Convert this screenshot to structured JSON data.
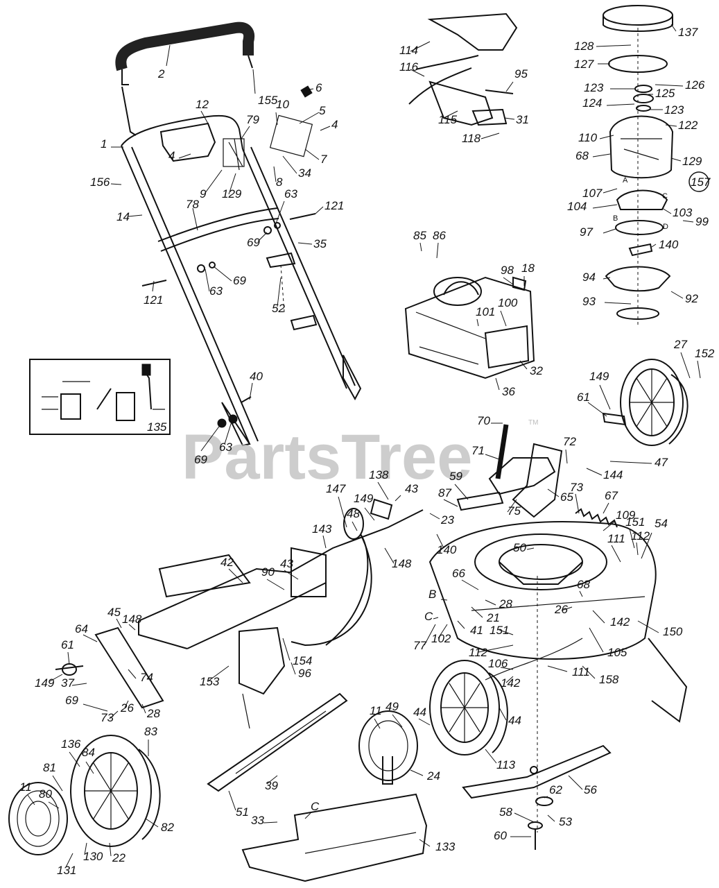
{
  "watermark": {
    "text": "PartsTree",
    "mark": "TM"
  },
  "inset_label": "135",
  "callouts": [
    {
      "id": "c2",
      "text": "2"
    },
    {
      "id": "c155",
      "text": "155"
    },
    {
      "id": "c6",
      "text": "6"
    },
    {
      "id": "c12",
      "text": "12"
    },
    {
      "id": "c10",
      "text": "10"
    },
    {
      "id": "c5",
      "text": "5"
    },
    {
      "id": "c79",
      "text": "79"
    },
    {
      "id": "c4a",
      "text": "4"
    },
    {
      "id": "c1",
      "text": "1"
    },
    {
      "id": "c7",
      "text": "7"
    },
    {
      "id": "c34",
      "text": "34"
    },
    {
      "id": "c8",
      "text": "8"
    },
    {
      "id": "c4b",
      "text": "4"
    },
    {
      "id": "c9",
      "text": "9"
    },
    {
      "id": "c129a",
      "text": "129"
    },
    {
      "id": "c156",
      "text": "156"
    },
    {
      "id": "c14",
      "text": "14"
    },
    {
      "id": "c78",
      "text": "78"
    },
    {
      "id": "c63a",
      "text": "63"
    },
    {
      "id": "c121a",
      "text": "121"
    },
    {
      "id": "c69a",
      "text": "69"
    },
    {
      "id": "c35",
      "text": "35"
    },
    {
      "id": "c121b",
      "text": "121"
    },
    {
      "id": "c63b",
      "text": "63"
    },
    {
      "id": "c69b",
      "text": "69"
    },
    {
      "id": "c52",
      "text": "52"
    },
    {
      "id": "c40",
      "text": "40"
    },
    {
      "id": "c69c",
      "text": "69"
    },
    {
      "id": "c63c",
      "text": "63"
    },
    {
      "id": "c114",
      "text": "114"
    },
    {
      "id": "c116",
      "text": "116"
    },
    {
      "id": "c95",
      "text": "95"
    },
    {
      "id": "c115",
      "text": "115"
    },
    {
      "id": "c31",
      "text": "31"
    },
    {
      "id": "c118",
      "text": "118"
    },
    {
      "id": "c137",
      "text": "137"
    },
    {
      "id": "c128",
      "text": "128"
    },
    {
      "id": "c127",
      "text": "127"
    },
    {
      "id": "c123a",
      "text": "123"
    },
    {
      "id": "c126",
      "text": "126"
    },
    {
      "id": "c125",
      "text": "125"
    },
    {
      "id": "c124",
      "text": "124"
    },
    {
      "id": "c123b",
      "text": "123"
    },
    {
      "id": "c110",
      "text": "110"
    },
    {
      "id": "c122",
      "text": "122"
    },
    {
      "id": "c68a",
      "text": "68"
    },
    {
      "id": "c129b",
      "text": "129"
    },
    {
      "id": "c157",
      "text": "157"
    },
    {
      "id": "c107",
      "text": "107"
    },
    {
      "id": "c104",
      "text": "104"
    },
    {
      "id": "c103",
      "text": "103"
    },
    {
      "id": "c99",
      "text": "99"
    },
    {
      "id": "c97",
      "text": "97"
    },
    {
      "id": "c140a",
      "text": "140"
    },
    {
      "id": "c94",
      "text": "94"
    },
    {
      "id": "c92",
      "text": "92"
    },
    {
      "id": "c93",
      "text": "93"
    },
    {
      "id": "c85",
      "text": "85"
    },
    {
      "id": "c86",
      "text": "86"
    },
    {
      "id": "c98",
      "text": "98"
    },
    {
      "id": "c18",
      "text": "18"
    },
    {
      "id": "c101",
      "text": "101"
    },
    {
      "id": "c100",
      "text": "100"
    },
    {
      "id": "c32",
      "text": "32"
    },
    {
      "id": "c36",
      "text": "36"
    },
    {
      "id": "c27",
      "text": "27"
    },
    {
      "id": "c152",
      "text": "152"
    },
    {
      "id": "c149a",
      "text": "149"
    },
    {
      "id": "c61a",
      "text": "61"
    },
    {
      "id": "c70",
      "text": "70"
    },
    {
      "id": "c71",
      "text": "71"
    },
    {
      "id": "c72",
      "text": "72"
    },
    {
      "id": "c144",
      "text": "144"
    },
    {
      "id": "c47",
      "text": "47"
    },
    {
      "id": "c73a",
      "text": "73"
    },
    {
      "id": "c67",
      "text": "67"
    },
    {
      "id": "c65",
      "text": "65"
    },
    {
      "id": "c109",
      "text": "109"
    },
    {
      "id": "c75",
      "text": "75"
    },
    {
      "id": "c138",
      "text": "138"
    },
    {
      "id": "c43a",
      "text": "43"
    },
    {
      "id": "c59",
      "text": "59"
    },
    {
      "id": "c87",
      "text": "87"
    },
    {
      "id": "c147",
      "text": "147"
    },
    {
      "id": "c48",
      "text": "48"
    },
    {
      "id": "c149b",
      "text": "149"
    },
    {
      "id": "c143",
      "text": "143"
    },
    {
      "id": "c23",
      "text": "23"
    },
    {
      "id": "c140b",
      "text": "140"
    },
    {
      "id": "c148a",
      "text": "148"
    },
    {
      "id": "c50",
      "text": "50"
    },
    {
      "id": "c151a",
      "text": "151"
    },
    {
      "id": "c111a",
      "text": "111"
    },
    {
      "id": "c112a",
      "text": "112"
    },
    {
      "id": "c54",
      "text": "54"
    },
    {
      "id": "c90",
      "text": "90"
    },
    {
      "id": "c43b",
      "text": "43"
    },
    {
      "id": "c42",
      "text": "42"
    },
    {
      "id": "c66",
      "text": "66"
    },
    {
      "id": "c68b",
      "text": "68"
    },
    {
      "id": "cB1",
      "text": "B"
    },
    {
      "id": "c28a",
      "text": "28"
    },
    {
      "id": "c26a",
      "text": "26"
    },
    {
      "id": "cC1",
      "text": "C"
    },
    {
      "id": "c21",
      "text": "21"
    },
    {
      "id": "c142a",
      "text": "142"
    },
    {
      "id": "c150",
      "text": "150"
    },
    {
      "id": "c77",
      "text": "77"
    },
    {
      "id": "c102",
      "text": "102"
    },
    {
      "id": "c41",
      "text": "41"
    },
    {
      "id": "c151b",
      "text": "151"
    },
    {
      "id": "c105",
      "text": "105"
    },
    {
      "id": "c45",
      "text": "45"
    },
    {
      "id": "c148b",
      "text": "148"
    },
    {
      "id": "c64",
      "text": "64"
    },
    {
      "id": "c112b",
      "text": "112"
    },
    {
      "id": "c154",
      "text": "154"
    },
    {
      "id": "c111b",
      "text": "111"
    },
    {
      "id": "c158",
      "text": "158"
    },
    {
      "id": "c61b",
      "text": "61"
    },
    {
      "id": "c74",
      "text": "74"
    },
    {
      "id": "c153",
      "text": "153"
    },
    {
      "id": "c96",
      "text": "96"
    },
    {
      "id": "c106",
      "text": "106"
    },
    {
      "id": "c142b",
      "text": "142"
    },
    {
      "id": "c149c",
      "text": "149"
    },
    {
      "id": "c37",
      "text": "37"
    },
    {
      "id": "c69d",
      "text": "69"
    },
    {
      "id": "c26b",
      "text": "26"
    },
    {
      "id": "c28b",
      "text": "28"
    },
    {
      "id": "c73b",
      "text": "73"
    },
    {
      "id": "c44a",
      "text": "44"
    },
    {
      "id": "c44b",
      "text": "44"
    },
    {
      "id": "c11a",
      "text": "11"
    },
    {
      "id": "c49",
      "text": "49"
    },
    {
      "id": "c83",
      "text": "83"
    },
    {
      "id": "c113",
      "text": "113"
    },
    {
      "id": "c56",
      "text": "56"
    },
    {
      "id": "c24",
      "text": "24"
    },
    {
      "id": "c51",
      "text": "51"
    },
    {
      "id": "c39",
      "text": "39"
    },
    {
      "id": "c136",
      "text": "136"
    },
    {
      "id": "c84",
      "text": "84"
    },
    {
      "id": "c81",
      "text": "81"
    },
    {
      "id": "c11b",
      "text": "11"
    },
    {
      "id": "c80",
      "text": "80"
    },
    {
      "id": "c82",
      "text": "82"
    },
    {
      "id": "cC2",
      "text": "C"
    },
    {
      "id": "c33",
      "text": "33"
    },
    {
      "id": "c62",
      "text": "62"
    },
    {
      "id": "c58",
      "text": "58"
    },
    {
      "id": "c53",
      "text": "53"
    },
    {
      "id": "c60",
      "text": "60"
    },
    {
      "id": "c133",
      "text": "133"
    },
    {
      "id": "c131",
      "text": "131"
    },
    {
      "id": "c130",
      "text": "130"
    },
    {
      "id": "c22",
      "text": "22"
    },
    {
      "id": "cA",
      "text": "A"
    },
    {
      "id": "cCs",
      "text": "C"
    },
    {
      "id": "cBs",
      "text": "B"
    },
    {
      "id": "cDs",
      "text": "D"
    }
  ]
}
